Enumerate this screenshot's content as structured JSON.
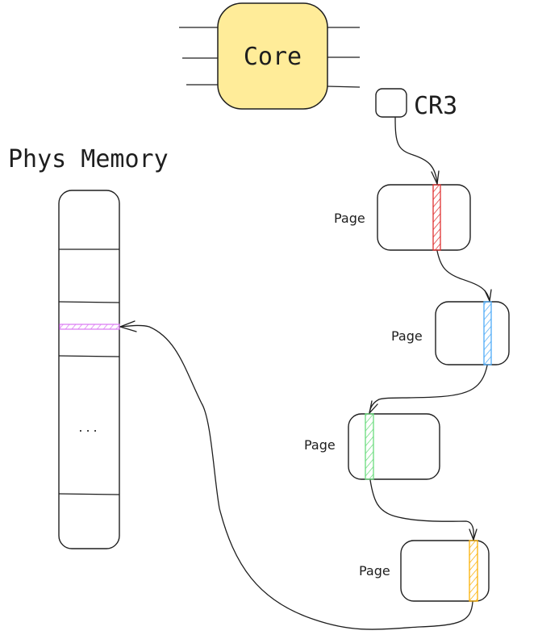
{
  "core": {
    "label": "Core",
    "fill": "#ffec99"
  },
  "register": {
    "label": "CR3"
  },
  "memory": {
    "title": "Phys Memory",
    "ellipsis": "...",
    "highlight_color": "#da77f2"
  },
  "pages": [
    {
      "label": "Page",
      "level": 1,
      "highlight_color": "#e03131"
    },
    {
      "label": "Page",
      "level": 2,
      "highlight_color": "#4dabf7"
    },
    {
      "label": "Page",
      "level": 3,
      "highlight_color": "#69db7c"
    },
    {
      "label": "Page",
      "level": 4,
      "highlight_color": "#fab005"
    }
  ],
  "edges": [
    {
      "from": "CR3",
      "to": "page-1"
    },
    {
      "from": "page-1",
      "to": "page-2"
    },
    {
      "from": "page-2",
      "to": "page-3"
    },
    {
      "from": "page-3",
      "to": "page-4"
    },
    {
      "from": "page-4",
      "to": "phys-memory-entry"
    }
  ]
}
